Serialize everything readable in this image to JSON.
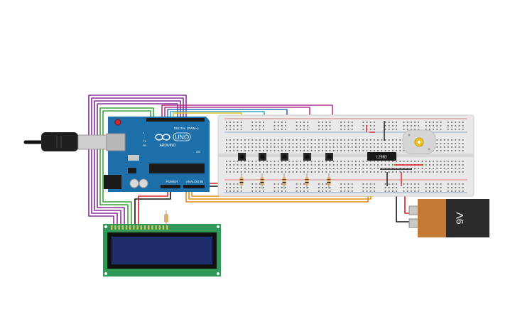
{
  "arduino": {
    "brand": "ARDUINO",
    "model": "UNO",
    "label_digital": "DIGITAL (PWM~)",
    "label_power": "POWER",
    "label_analog": "ANALOG IN",
    "label_tx": "TX",
    "label_rx": "RX",
    "label_l": "L",
    "label_on": "ON"
  },
  "breadboard": {
    "driver_chip_label": "L298D",
    "button_count": 5
  },
  "battery": {
    "voltage_label": "9V"
  },
  "colors": {
    "board_blue": "#1c6fa8",
    "breadboard": "#e9e9e9",
    "lcd_pcb": "#2e9a55",
    "lcd_screen": "#1e2d6b",
    "battery_body": "#c47a35",
    "battery_cap": "#2b2b2b",
    "motor": "#d4d4d4",
    "wire_purple": "#8a2d9c",
    "wire_magenta": "#b5318f",
    "wire_green": "#3fa33a",
    "wire_yellow": "#e0c020",
    "wire_cyan": "#30a9c8",
    "wire_blue": "#2f6fc0",
    "wire_orange": "#e08a1a",
    "wire_red": "#d42020",
    "wire_black": "#111111"
  }
}
